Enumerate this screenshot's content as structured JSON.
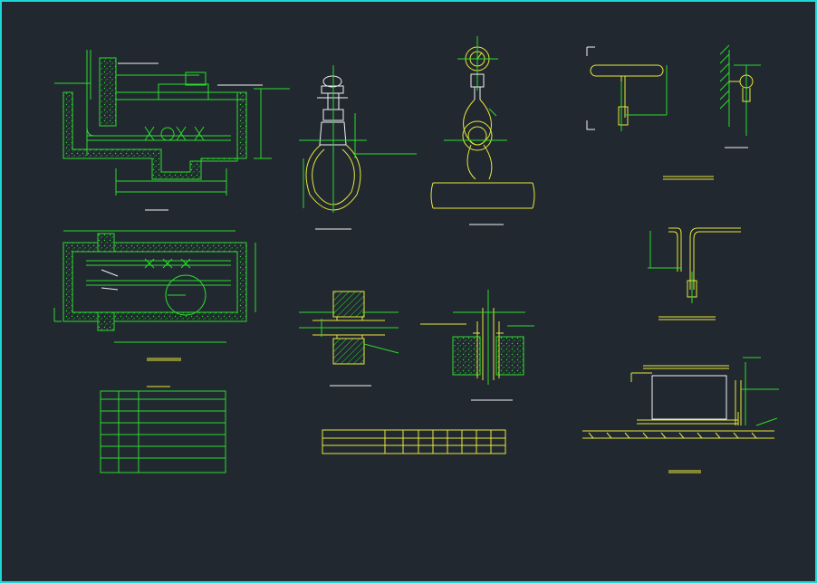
{
  "drawing": {
    "background": "#212830",
    "frame_color": "#1fd6d6",
    "line_colors": {
      "primary": "#2bdc2b",
      "secondary": "#e8e83a",
      "white": "#f2f2f2"
    },
    "views": [
      "meter-pit-section",
      "meter-pit-plan",
      "schedule-table-green",
      "faucet-detail",
      "pressure-gauge-detail",
      "wall-sleeve-detail",
      "floor-sleeve-detail",
      "schedule-table-yellow",
      "pipe-bracket-detail",
      "pipe-clamp-detail",
      "pipe-bend-detail",
      "radiator-elevation"
    ]
  }
}
